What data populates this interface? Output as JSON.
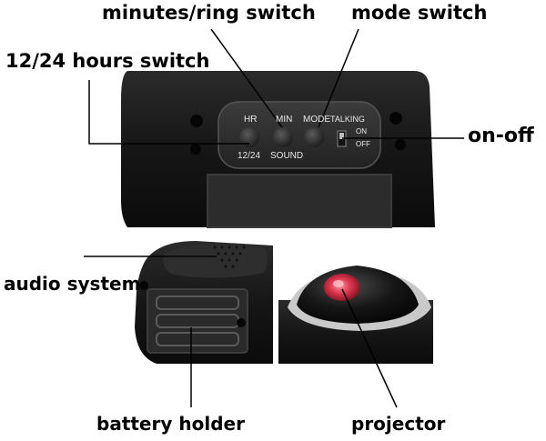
{
  "callouts": {
    "minutes_ring": "minutes/ring switch",
    "mode": "mode switch",
    "hours": "12/24 hours switch",
    "on_off": "on-off",
    "audio": "audio system",
    "battery": "battery holder",
    "projector": "projector"
  },
  "panel_labels": {
    "hr": "HR",
    "min": "MIN",
    "mode": "MODE",
    "talking": "TALKING",
    "on": "ON",
    "off": "OFF",
    "hours_12_24": "12/24",
    "sound": "SOUND"
  },
  "colors": {
    "device_body": "#141414",
    "panel": "#2a2a2a",
    "button": "#3a3a3a",
    "lens": "#d8344a",
    "leader_line": "#000000"
  }
}
